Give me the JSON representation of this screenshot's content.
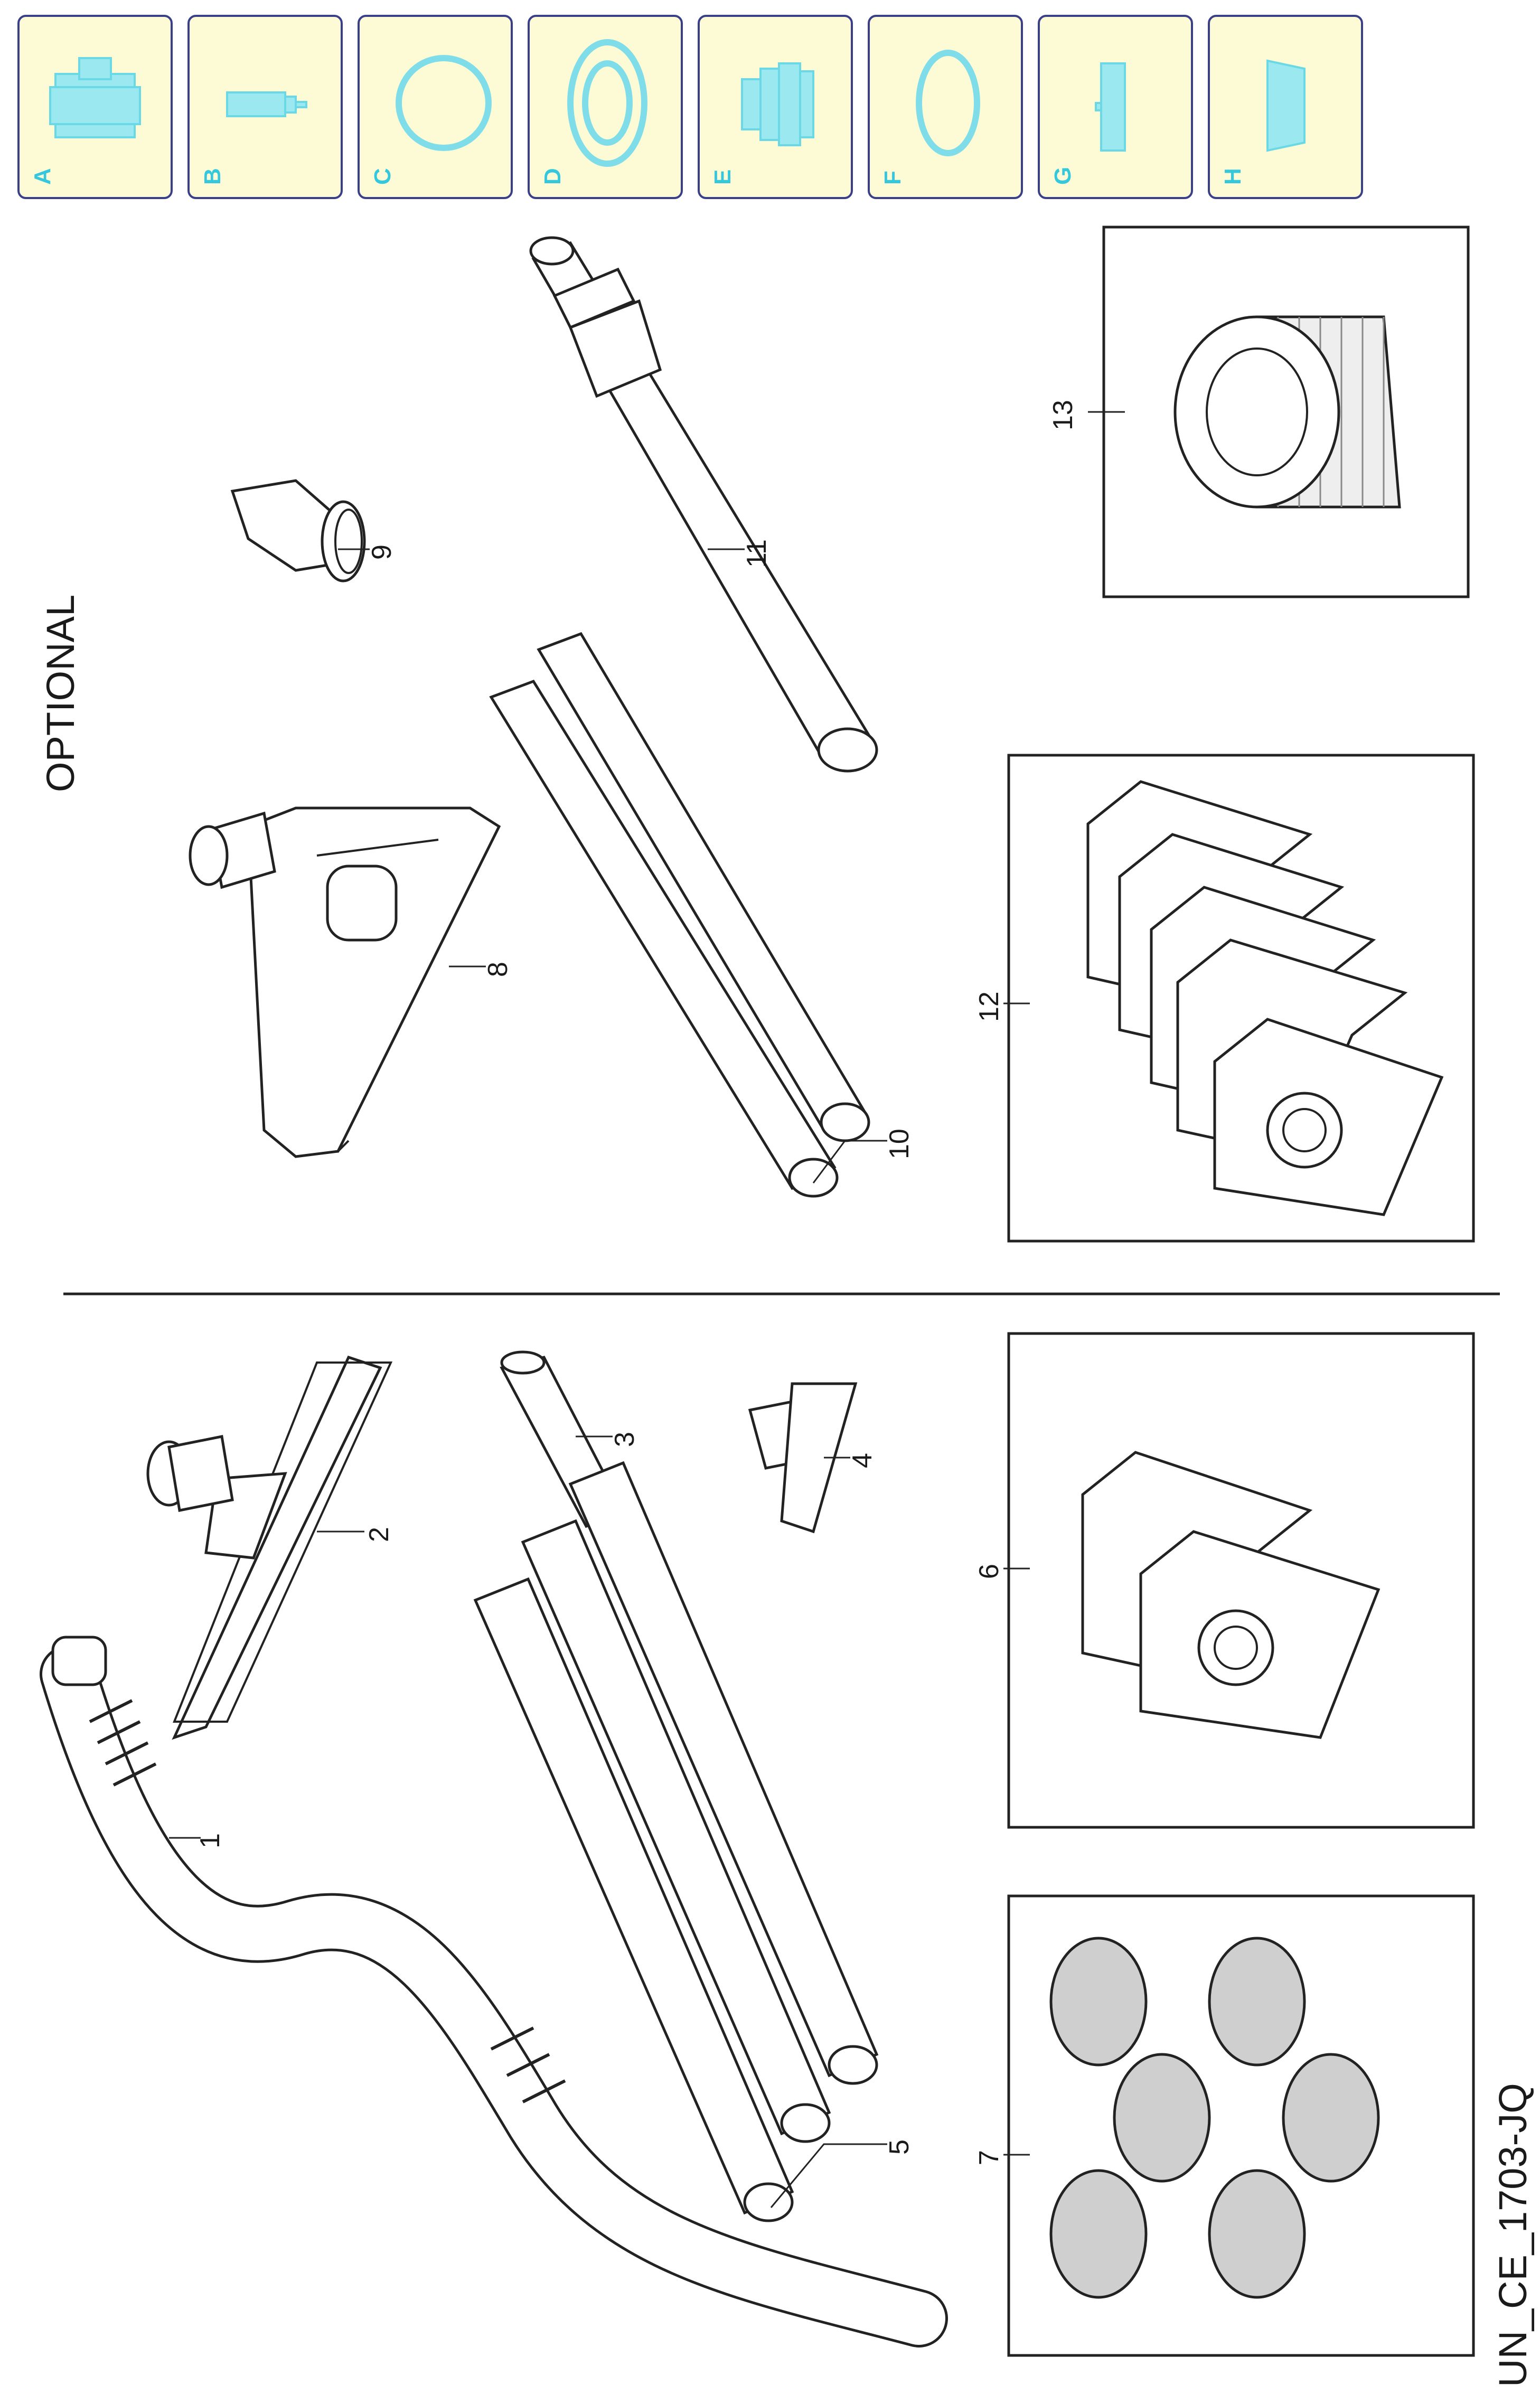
{
  "tabs": [
    "A",
    "B",
    "C",
    "D",
    "E",
    "F",
    "G",
    "H"
  ],
  "optional_label": "OPTIONAL",
  "diagram_code": "UN_CE_1703-JQ",
  "callouts": [
    "1",
    "2",
    "3",
    "4",
    "5",
    "6",
    "7",
    "8",
    "9",
    "10",
    "11",
    "12",
    "13"
  ],
  "colors": {
    "tab_fill": "#fdfbd5",
    "tab_border": "#3a3f8a",
    "tab_icon": "#7fdde9",
    "line": "#222222"
  }
}
